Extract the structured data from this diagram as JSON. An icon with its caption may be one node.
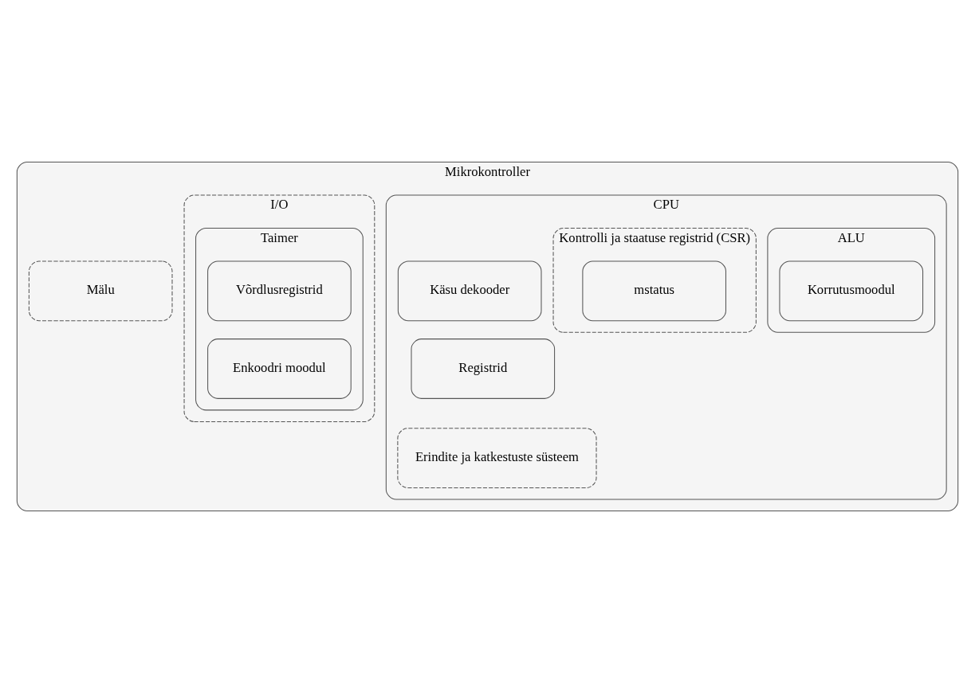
{
  "diagram": {
    "nodes": [
      {
        "text": [
          "Mikrokontroller"
        ]
      },
      {
        "text": [
          "CPU"
        ],
        "in": 0
      },
      {
        "text": [
          "Käsu dekooder"
        ],
        "in": 1
      },
      {
        "text": [
          "ALU"
        ],
        "in": 1
      },
      {
        "text": [
          "Registrid"
        ],
        "in": 1
      },
      {
        "text": [
          "Korrutusmoodul"
        ],
        "in": 3
      },
      {
        "text": [
          "Erindite ja katkestuste süsteem"
        ],
        "in": 1
      },
      {
        "text": [
          "Kontrolli ja staatuse registrid (CSR)"
        ],
        "in": 1
      },
      {
        "text": [
          "mstatus"
        ],
        "in": 7
      },
      {
        "text": [
          "I/O"
        ],
        "in": 0
      },
      {
        "text": [
          "Taimer"
        ],
        "in": 9
      },
      {
        "text": [
          "Võrdlusregistrid"
        ],
        "in": 10
      },
      {
        "text": [
          "Enkoodri moodul"
        ],
        "in": 10
      },
      {
        "text": [
          "Mälu"
        ],
        "in": 0
      }
    ]
  }
}
